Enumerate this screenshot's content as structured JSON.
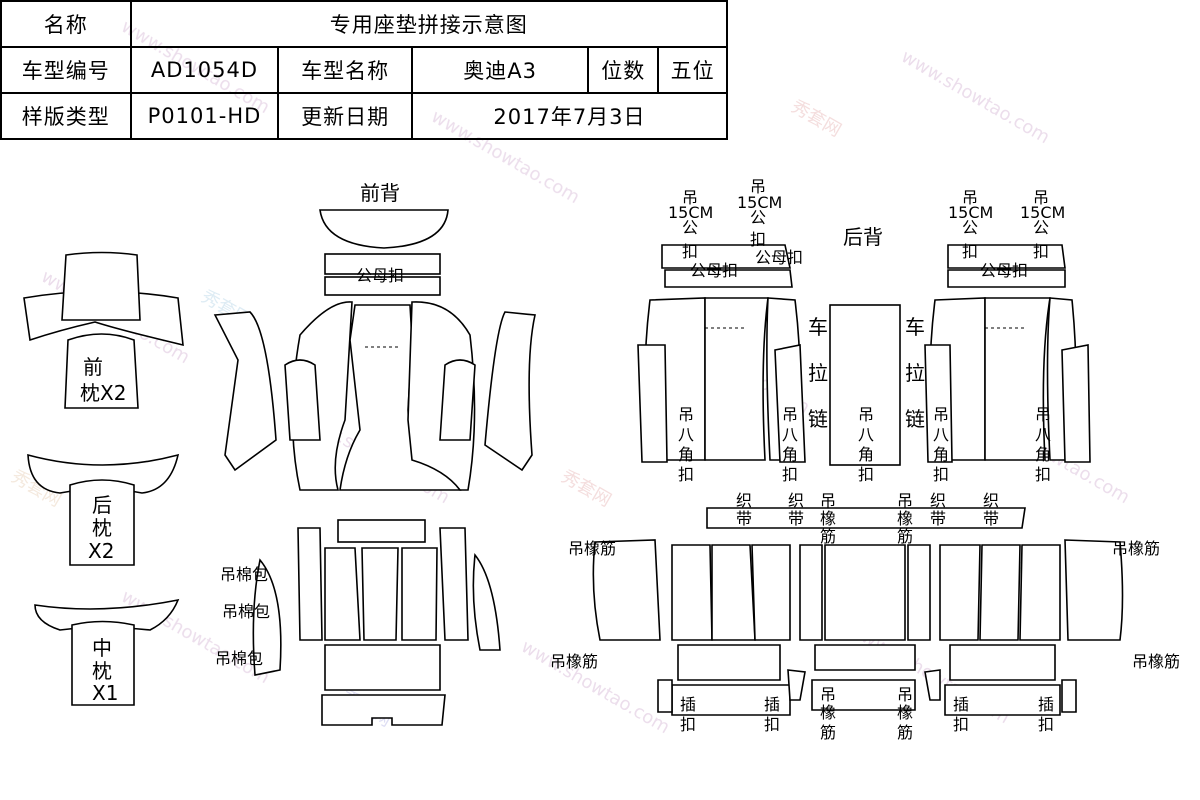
{
  "header": {
    "name_label": "名称",
    "title": "专用座垫拼接示意图",
    "model_code_label": "车型编号",
    "model_code": "AD1054D",
    "model_name_label": "车型名称",
    "model_name": "奥迪A3",
    "seats_label": "位数",
    "seats": "五位",
    "pattern_type_label": "样版类型",
    "pattern_type": "P0101-HD",
    "update_date_label": "更新日期",
    "update_date": "2017年7月3日"
  },
  "labels": {
    "front_back": "前背",
    "rear_back": "后背",
    "snap": "公母扣",
    "front_pillow_1": "前",
    "front_pillow_2": "枕X2",
    "rear_pillow_1": "后",
    "rear_pillow_2": "枕",
    "rear_pillow_3": "X2",
    "mid_pillow_1": "中",
    "mid_pillow_2": "枕",
    "mid_pillow_3": "X1",
    "hang_cotton": "吊棉包",
    "hang_elastic": "吊橡筋",
    "hang_15cm_1": "吊",
    "hang_15cm_2": "15CM",
    "hang_15cm_3": "公",
    "hang_15cm_4": "扣",
    "hang_oct_1": "吊",
    "hang_oct_2": "八",
    "hang_oct_3": "角",
    "hang_oct_4": "扣",
    "zipper_1": "车",
    "zipper_2": "拉",
    "zipper_3": "链",
    "webbing_1": "织",
    "webbing_2": "带",
    "elastic_v1": "吊",
    "elastic_v2": "橡",
    "elastic_v3": "筋",
    "insert_1": "插",
    "insert_2": "扣"
  },
  "watermark": {
    "text_site": "www.showtao.com",
    "text_brand": "秀套网"
  }
}
